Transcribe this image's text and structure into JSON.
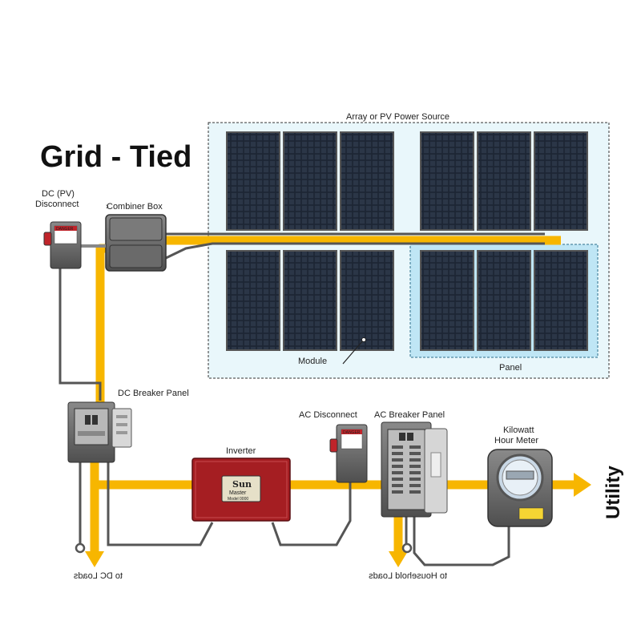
{
  "title": "Grid - Tied",
  "labels": {
    "array": "Array or PV Power Source",
    "dc_disconnect_line1": "DC (PV)",
    "dc_disconnect_line2": "Disconnect",
    "combiner_box": "Combiner Box",
    "module": "Module",
    "panel": "Panel",
    "dc_breaker_panel": "DC  Breaker Panel",
    "inverter": "Inverter",
    "ac_disconnect": "AC Disconnect",
    "ac_breaker_panel": "AC Breaker Panel",
    "kwh_line1": "Kilowatt",
    "kwh_line2": "Hour Meter",
    "utility": "Utility",
    "to_dc_loads": "to DC Loads",
    "to_household_loads": "to Household Loads"
  },
  "inverter_brand": {
    "line1": "Sun",
    "line2": "Master",
    "model": "Model 0000"
  },
  "warning_tag": "DANGER",
  "colors": {
    "wire_yellow": "#f7b600",
    "array_bg": "#e9f7fb",
    "panel_highlight": "#bfe6f5",
    "inverter_red": "#a51e22",
    "box_gray": "#6e6e6e"
  }
}
